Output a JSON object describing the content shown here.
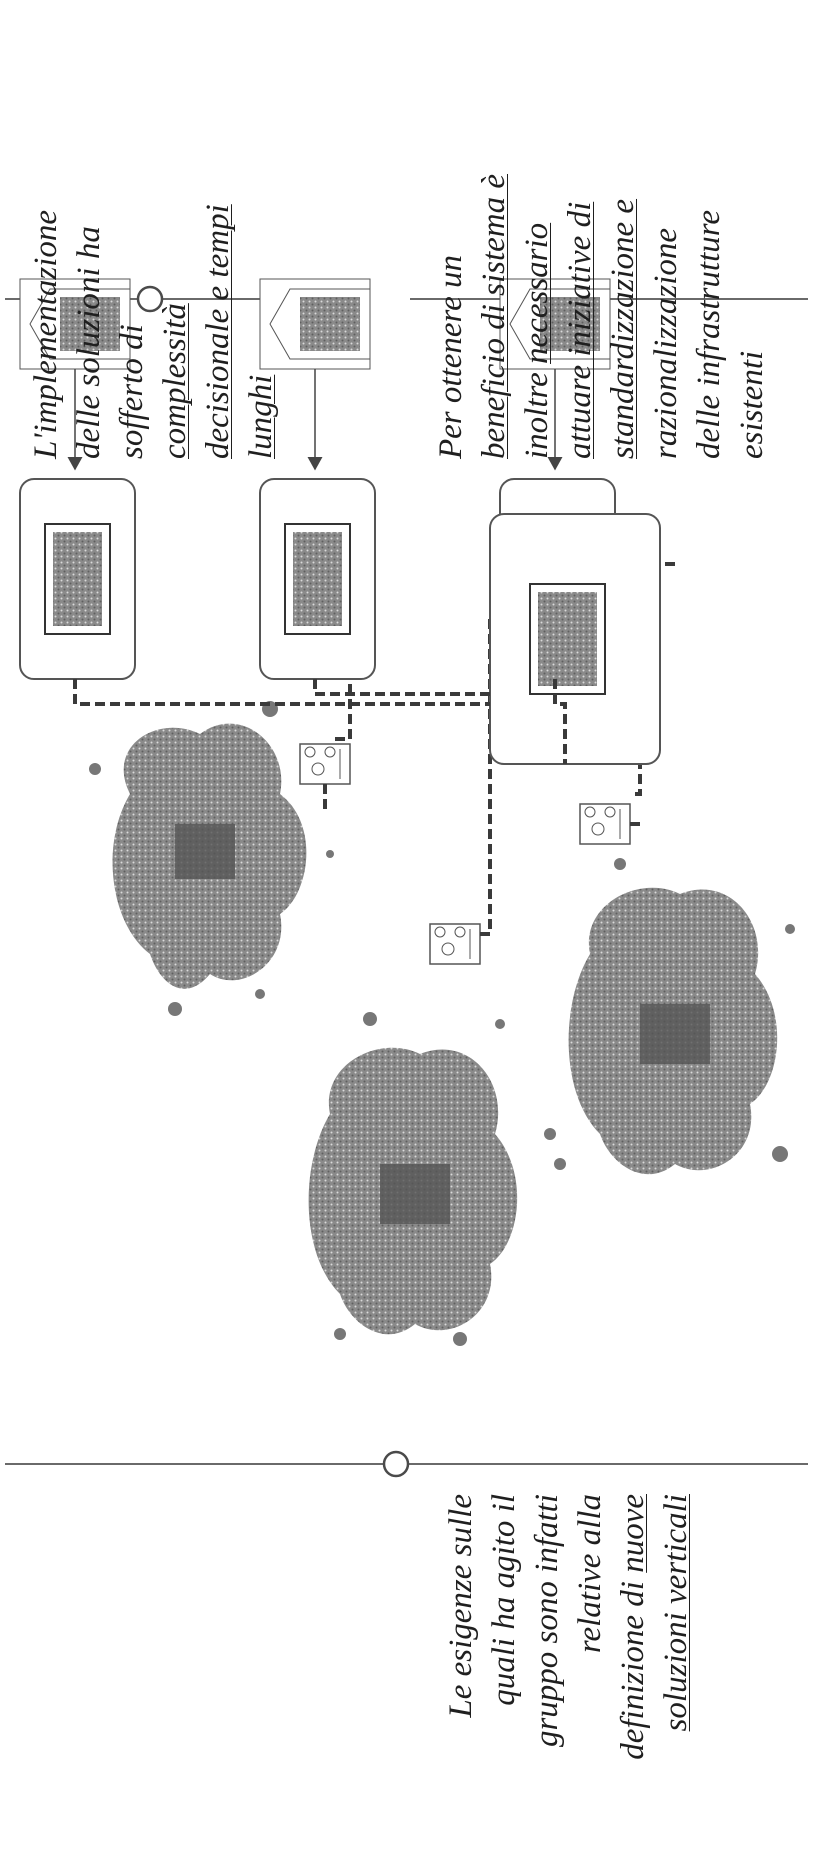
{
  "texts": {
    "left": {
      "line1": "Le esigenze sulle",
      "line2": "quali ha agito il",
      "line3": "gruppo sono infatti",
      "line4": "relative alla",
      "line5a": "definizione di ",
      "line5b": "nuove",
      "line6": "soluzioni verticali"
    },
    "top_right": {
      "line1": "L'implementazione",
      "line2": "delle soluzioni ha",
      "line3": "sofferto di",
      "line4": "complessità",
      "line5": "decisionale e tempi",
      "line6": "lunghi"
    },
    "bottom_right": {
      "line1": "Per ottenere un",
      "line2": "beneficio di sistema è",
      "line3a": "inoltre ",
      "line3b": "necessario",
      "line4": "attuare iniziative di",
      "line5": "standardizzazione e",
      "line6": "razionalizzazione",
      "line7": "delle infrastrutture",
      "line8": "esistenti"
    }
  },
  "diagram": {
    "nodes": [
      {
        "id": "blob-1",
        "kind": "network-cloud"
      },
      {
        "id": "blob-2",
        "kind": "network-cloud"
      },
      {
        "id": "blob-3",
        "kind": "network-cloud"
      },
      {
        "id": "people-1",
        "kind": "people-icon"
      },
      {
        "id": "people-2",
        "kind": "people-icon"
      },
      {
        "id": "people-3",
        "kind": "people-icon"
      },
      {
        "id": "building-1",
        "kind": "building-icon"
      },
      {
        "id": "building-2",
        "kind": "building-icon"
      },
      {
        "id": "building-3",
        "kind": "building-icon"
      },
      {
        "id": "server-1",
        "kind": "server-icon"
      },
      {
        "id": "server-2",
        "kind": "server-icon"
      },
      {
        "id": "server-3",
        "kind": "server-icon"
      },
      {
        "id": "central-server",
        "kind": "server-icon"
      }
    ]
  }
}
